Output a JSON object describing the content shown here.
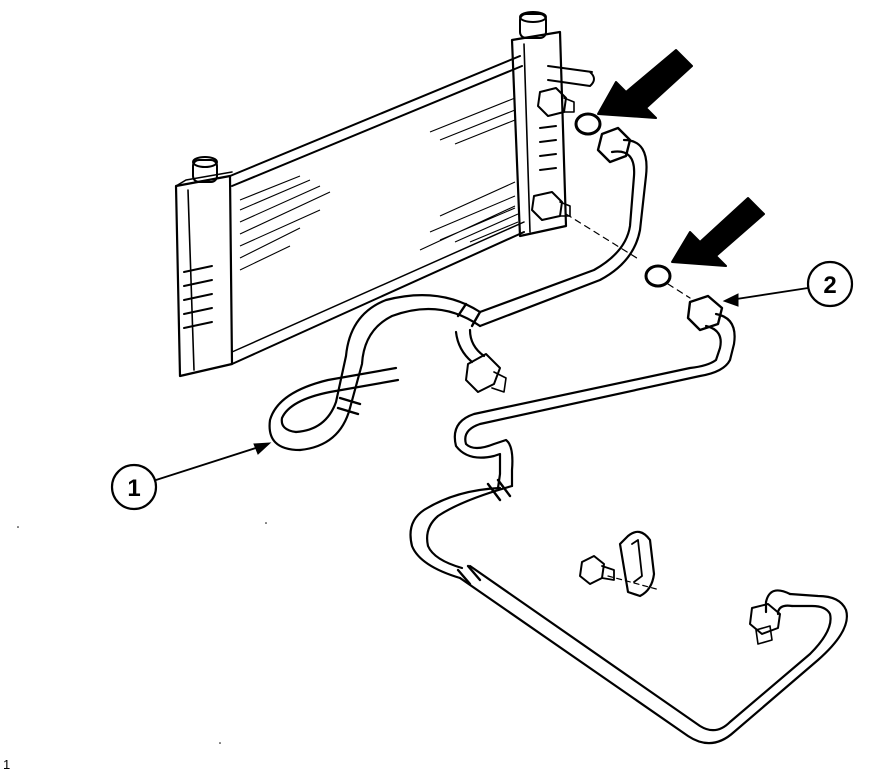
{
  "callouts": [
    {
      "id": "1",
      "label": "1"
    },
    {
      "id": "2",
      "label": "2"
    }
  ],
  "page_number": "1",
  "colors": {
    "ink": "#000000",
    "paper": "#ffffff"
  },
  "icons": [
    "arrow-indicator-icon",
    "arrow-indicator-icon"
  ]
}
